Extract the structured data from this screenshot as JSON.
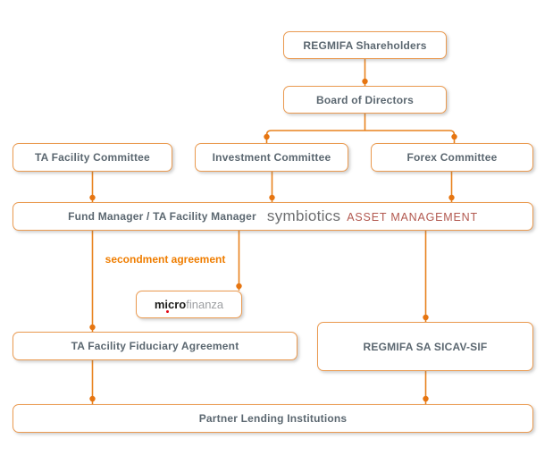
{
  "colors": {
    "box_border": "#ea9a50",
    "connector_line": "#e8821e",
    "connector_dot": "#e67511",
    "node_text": "#5b6770",
    "secondment_text": "#ef7d00",
    "symbiotics_gray": "#6d6e70",
    "symbiotics_red": "#b2584f",
    "microfinanza_dark": "#1d1d1b",
    "microfinanza_light": "#9d9fa2"
  },
  "nodes": {
    "shareholders": {
      "label": "REGMIFA Shareholders"
    },
    "board": {
      "label": "Board of Directors"
    },
    "ta_committee": {
      "label": "TA Facility Committee"
    },
    "investment_committee": {
      "label": "Investment Committee"
    },
    "forex_committee": {
      "label": "Forex Committee"
    },
    "fund_manager": {
      "label": "Fund Manager / TA Facility Manager"
    },
    "fiduciary": {
      "label": "TA Facility Fiduciary Agreement"
    },
    "regmifa_sa": {
      "label": "REGMIFA SA SICAV-SIF"
    },
    "partner": {
      "label": "Partner Lending Institutions"
    }
  },
  "labels": {
    "secondment": "secondment agreement"
  },
  "logos": {
    "symbiotics": {
      "name": "symbiotics",
      "suffix": "ASSET MANAGEMENT"
    },
    "microfinanza": {
      "part1": "micro",
      "part2": "finanza"
    }
  }
}
